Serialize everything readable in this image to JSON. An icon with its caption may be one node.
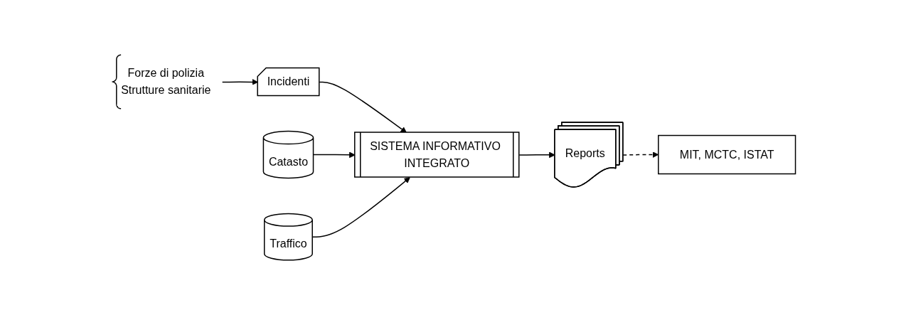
{
  "diagram": {
    "nodes": [
      {
        "text": [
          "Incidenti"
        ]
      },
      {
        "text": [
          "SISTEMA INFORMATIVO INTEGRATO"
        ]
      },
      {
        "text": [
          "Reports"
        ]
      },
      {
        "text": [
          "Catasto"
        ]
      },
      {
        "text": [
          "Traffico"
        ]
      },
      {
        "text": [
          "MIT, MCTC, ISTAT"
        ]
      },
      {
        "text": [
          "Forze di polizia",
          "Strutture sanitarie"
        ]
      }
    ],
    "edges": [
      {
        "from": 0,
        "to": 1,
        "arrow": "to"
      },
      {
        "from": 1,
        "to": 2,
        "arrow": "to"
      },
      {
        "from": 3,
        "to": 1,
        "arrow": "to"
      },
      {
        "from": 4,
        "to": 1,
        "arrow": "to"
      },
      {
        "from": 2,
        "to": 5,
        "arrow": "to",
        "style": "dashed"
      },
      {
        "from": 6,
        "to": 0,
        "arrow": "to"
      }
    ]
  }
}
